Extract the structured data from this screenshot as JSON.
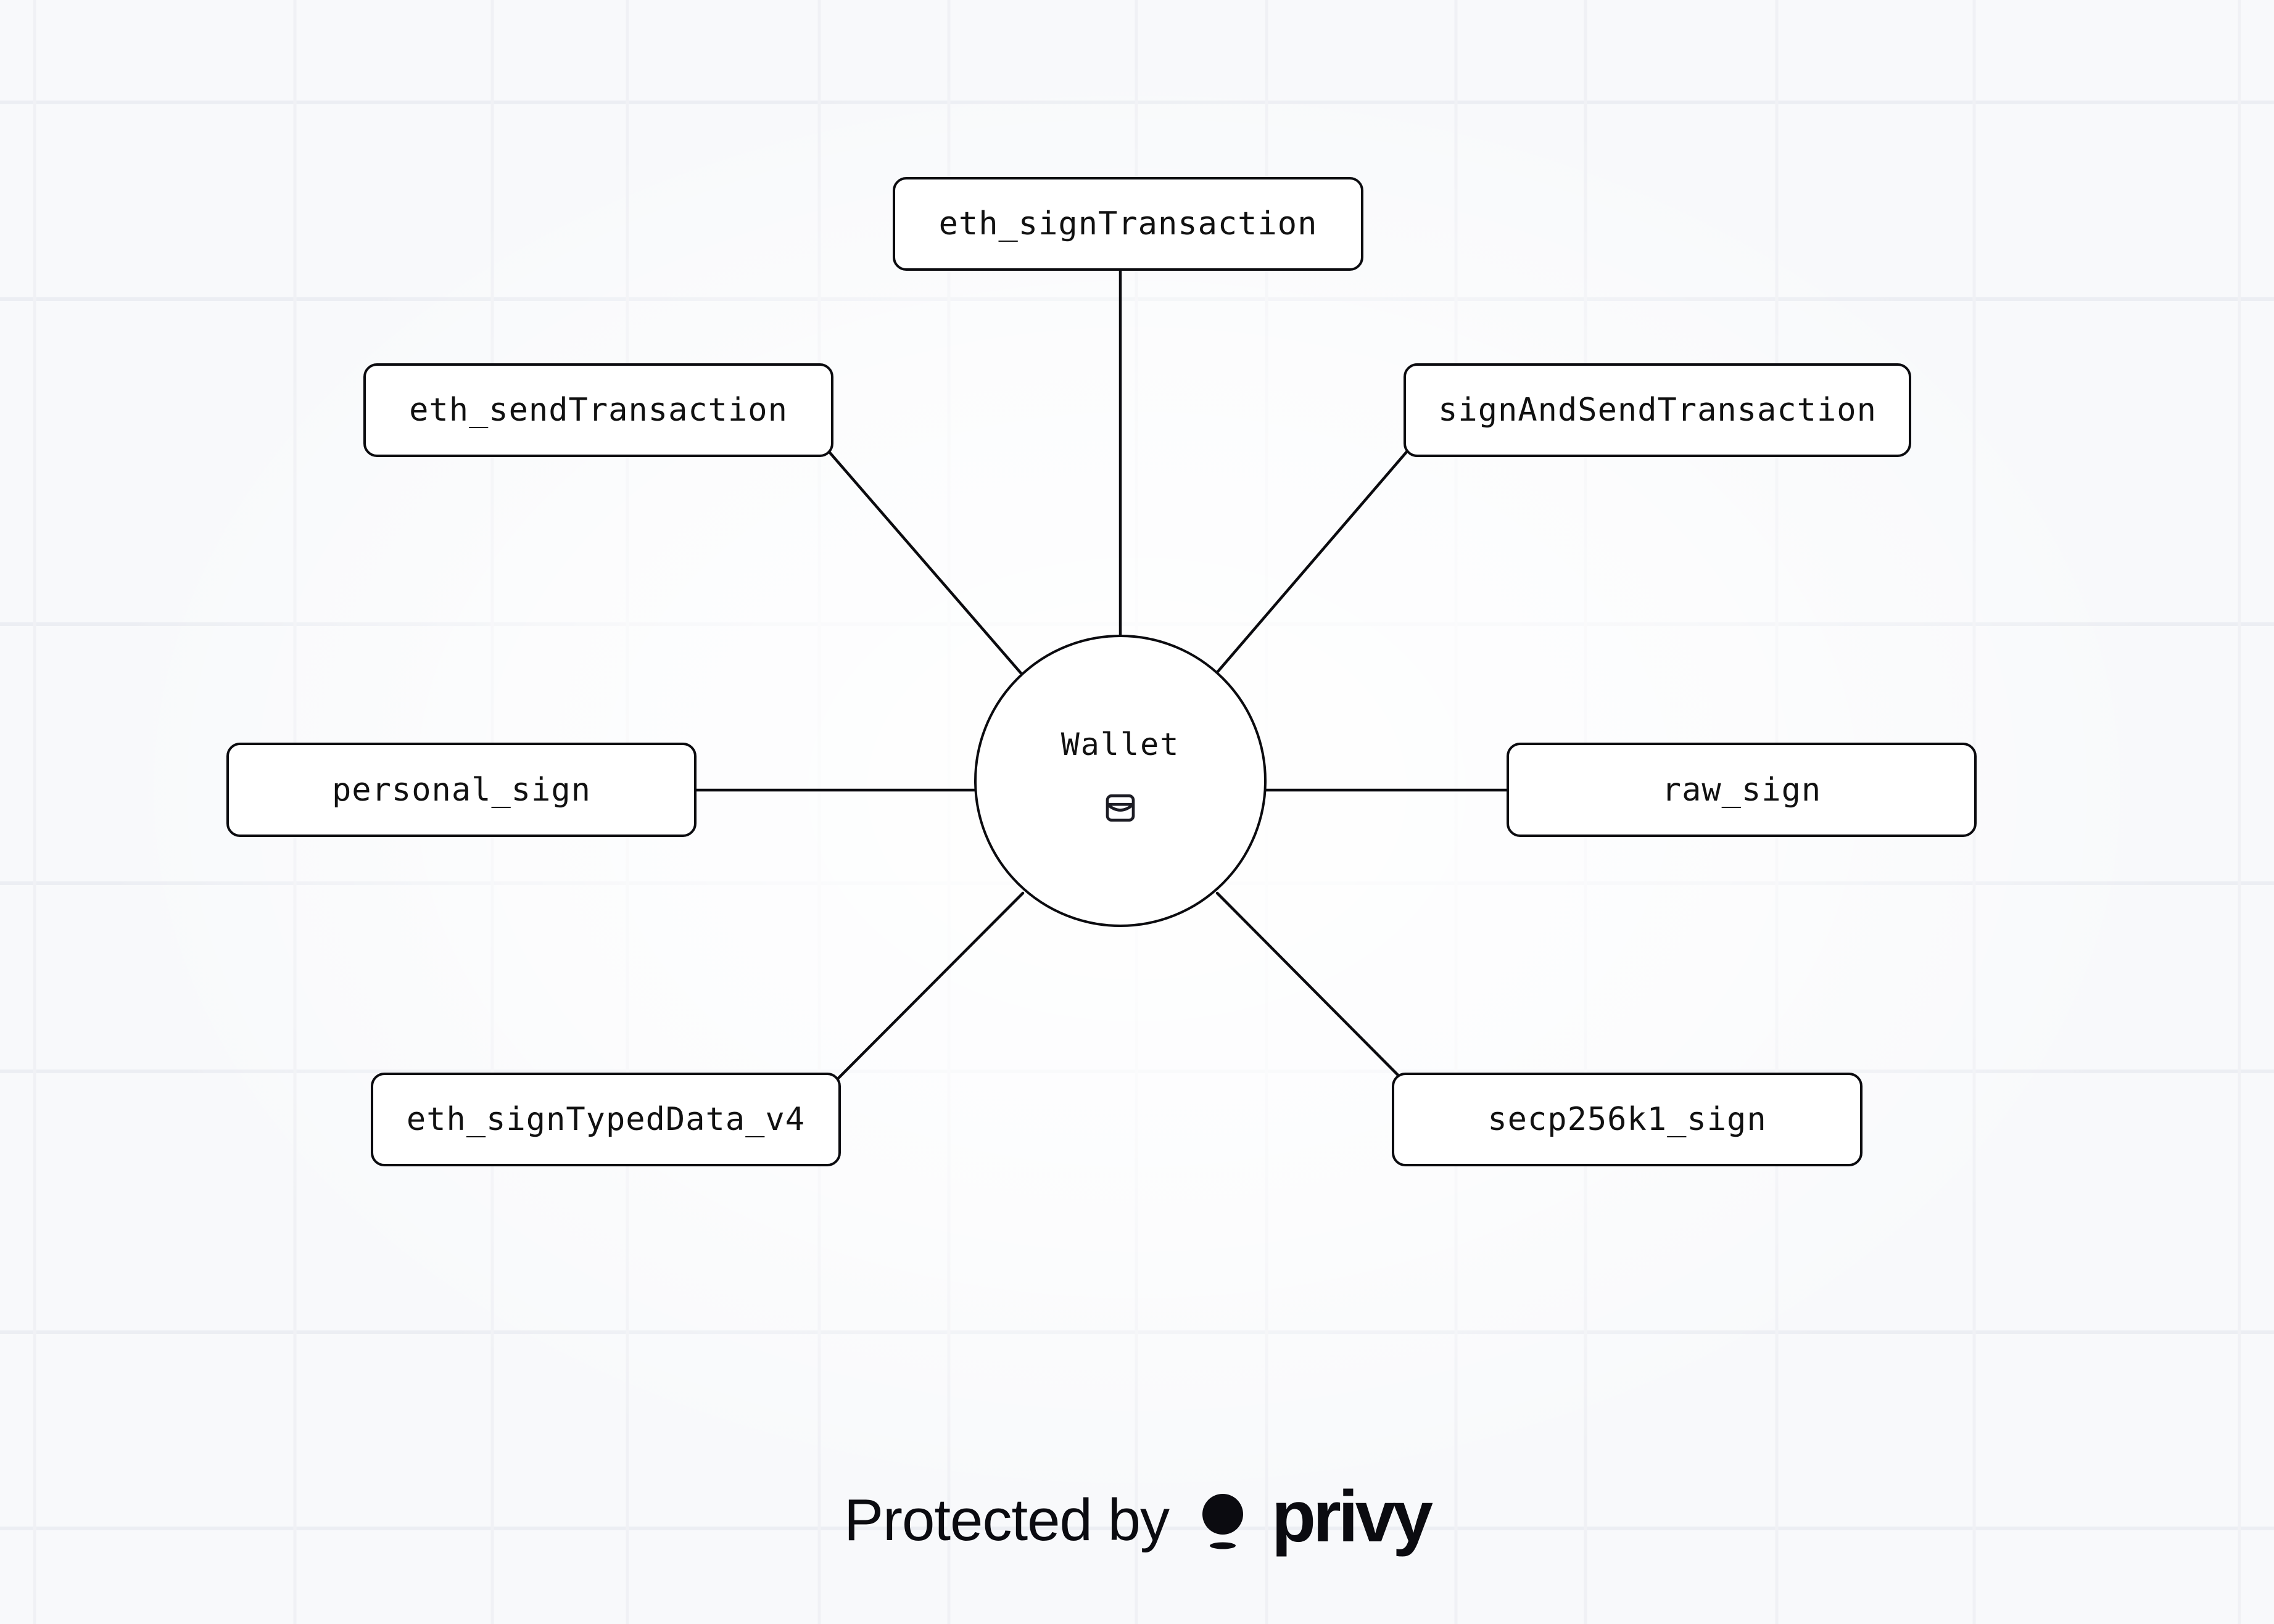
{
  "hub": {
    "label": "Wallet",
    "icon": "wallet-icon"
  },
  "methods": {
    "top": "eth_signTransaction",
    "upper_left": "eth_sendTransaction",
    "upper_right": "signAndSendTransaction",
    "mid_left": "personal_sign",
    "mid_right": "raw_sign",
    "lower_left": "eth_signTypedData_v4",
    "lower_right": "secp256k1_sign"
  },
  "footer": {
    "text": "Protected by",
    "logo_icon": "privy-logo-icon",
    "brand": "privy"
  },
  "colors": {
    "background": "#f8f9fb",
    "grid_line": "#eceef3",
    "stroke": "#0b0b0f",
    "node_fill": "#ffffff",
    "text": "#111111"
  }
}
